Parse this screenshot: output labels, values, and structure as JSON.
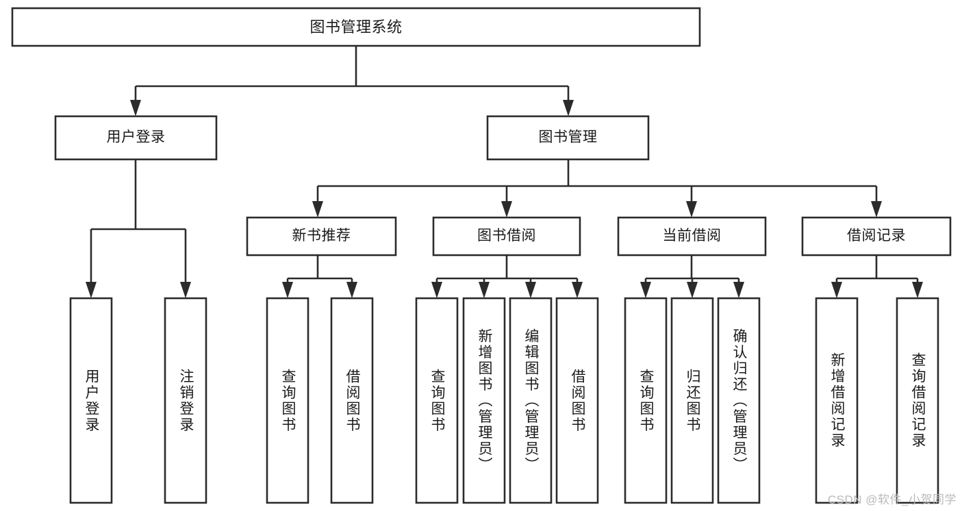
{
  "diagram": {
    "type": "tree-hierarchy",
    "title": "图书管理系统",
    "orientation": "top-down",
    "colors": {
      "stroke": "#2b2b2b",
      "fill": "#ffffff",
      "text": "#1a1a1a",
      "watermark": "#b9b9b9",
      "background": "#ffffff"
    },
    "root": {
      "label": "图书管理系统"
    },
    "level2": [
      {
        "label": "用户登录"
      },
      {
        "label": "图书管理"
      }
    ],
    "level3": [
      {
        "label": "新书推荐"
      },
      {
        "label": "图书借阅"
      },
      {
        "label": "当前借阅"
      },
      {
        "label": "借阅记录"
      }
    ],
    "leaves": {
      "user_login": [
        {
          "label": "用户登录"
        },
        {
          "label": "注销登录"
        }
      ],
      "new_book_recommend": [
        {
          "label": "查询图书"
        },
        {
          "label": "借阅图书"
        }
      ],
      "book_borrow": [
        {
          "label": "查询图书"
        },
        {
          "label": "新增图书（管理员）"
        },
        {
          "label": "编辑图书（管理员）"
        },
        {
          "label": "借阅图书"
        }
      ],
      "current_borrow": [
        {
          "label": "查询图书"
        },
        {
          "label": "归还图书"
        },
        {
          "label": "确认归还（管理员）"
        }
      ],
      "borrow_record": [
        {
          "label": "新增借阅记录"
        },
        {
          "label": "查询借阅记录"
        }
      ]
    }
  },
  "watermark": {
    "text": "CSDN @软件_小贺同学"
  }
}
